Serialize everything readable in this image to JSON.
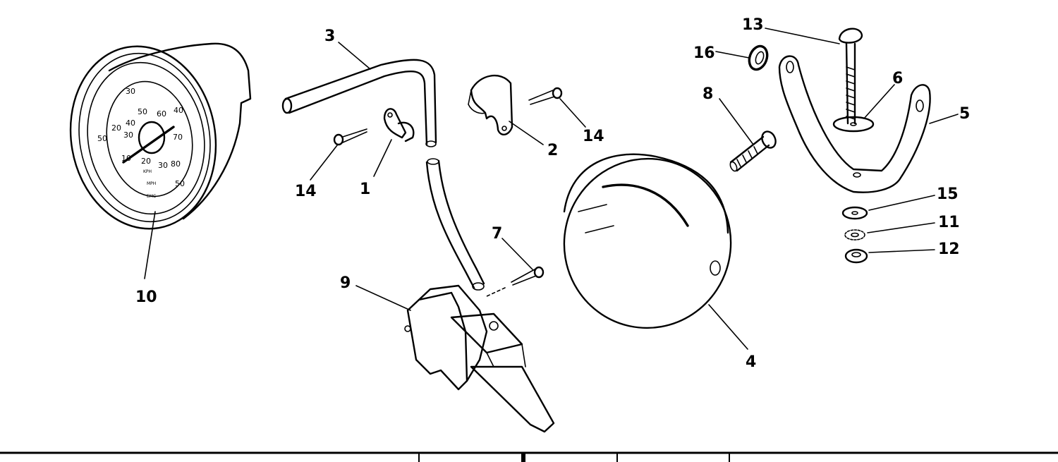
{
  "callouts": {
    "c1": "1",
    "c2": "2",
    "c3": "3",
    "c4": "4",
    "c5": "5",
    "c6": "6",
    "c7": "7",
    "c8": "8",
    "c9": "9",
    "c10": "10",
    "c11": "11",
    "c12": "12",
    "c13": "13",
    "c14a": "14",
    "c14b": "14",
    "c15": "15",
    "c16": "16"
  },
  "dial": {
    "outer": [
      "30",
      "40",
      "50",
      "50"
    ],
    "inner": [
      "10",
      "20",
      "30",
      "40",
      "50",
      "60",
      "70",
      "80"
    ],
    "mid": [
      "20",
      "30"
    ],
    "unit_top": "KPH",
    "unit_mid": "MPH",
    "unit_bot": "EMC"
  }
}
